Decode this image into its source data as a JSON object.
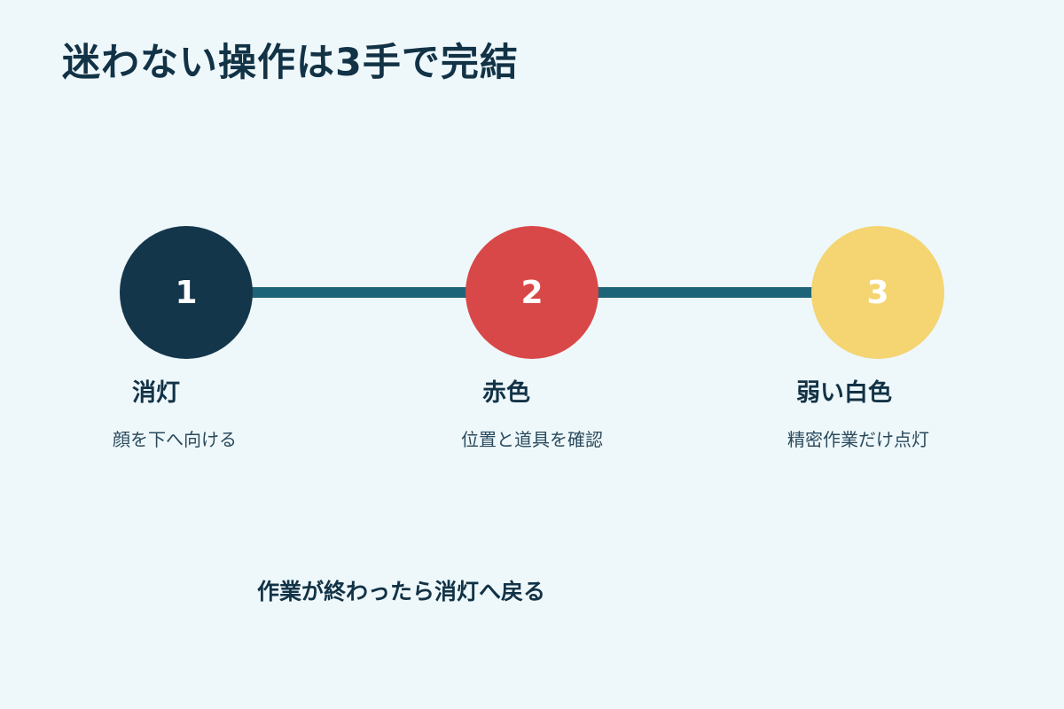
{
  "title": "迷わない操作は3手で完結",
  "steps": [
    {
      "number": "1",
      "label": "消灯",
      "description": "顔を下へ向ける",
      "color": "#14364b"
    },
    {
      "number": "2",
      "label": "赤色",
      "description": "位置と道具を確認",
      "color": "#d94848"
    },
    {
      "number": "3",
      "label": "弱い白色",
      "description": "精密作業だけ点灯",
      "color": "#f5d472"
    }
  ],
  "connector_color": "#1e6478",
  "footer": "作業が終わったら消灯へ戻る"
}
